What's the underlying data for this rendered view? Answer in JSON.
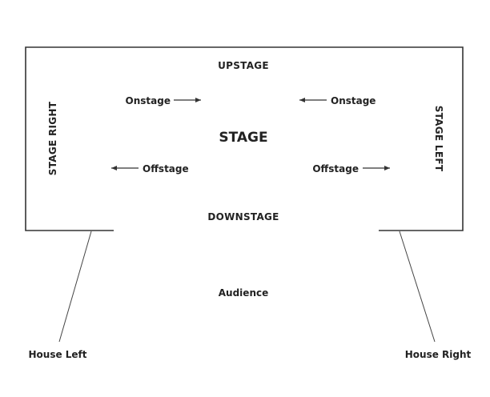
{
  "diagram": {
    "upstage": "UPSTAGE",
    "downstage": "DOWNSTAGE",
    "stage": "STAGE",
    "stage_right": "STAGE RIGHT",
    "stage_left": "STAGE LEFT",
    "onstage_left_side": "Onstage",
    "onstage_right_side": "Onstage",
    "offstage_left_side": "Offstage",
    "offstage_right_side": "Offstage",
    "audience": "Audience",
    "house_left": "House Left",
    "house_right": "House Right"
  }
}
